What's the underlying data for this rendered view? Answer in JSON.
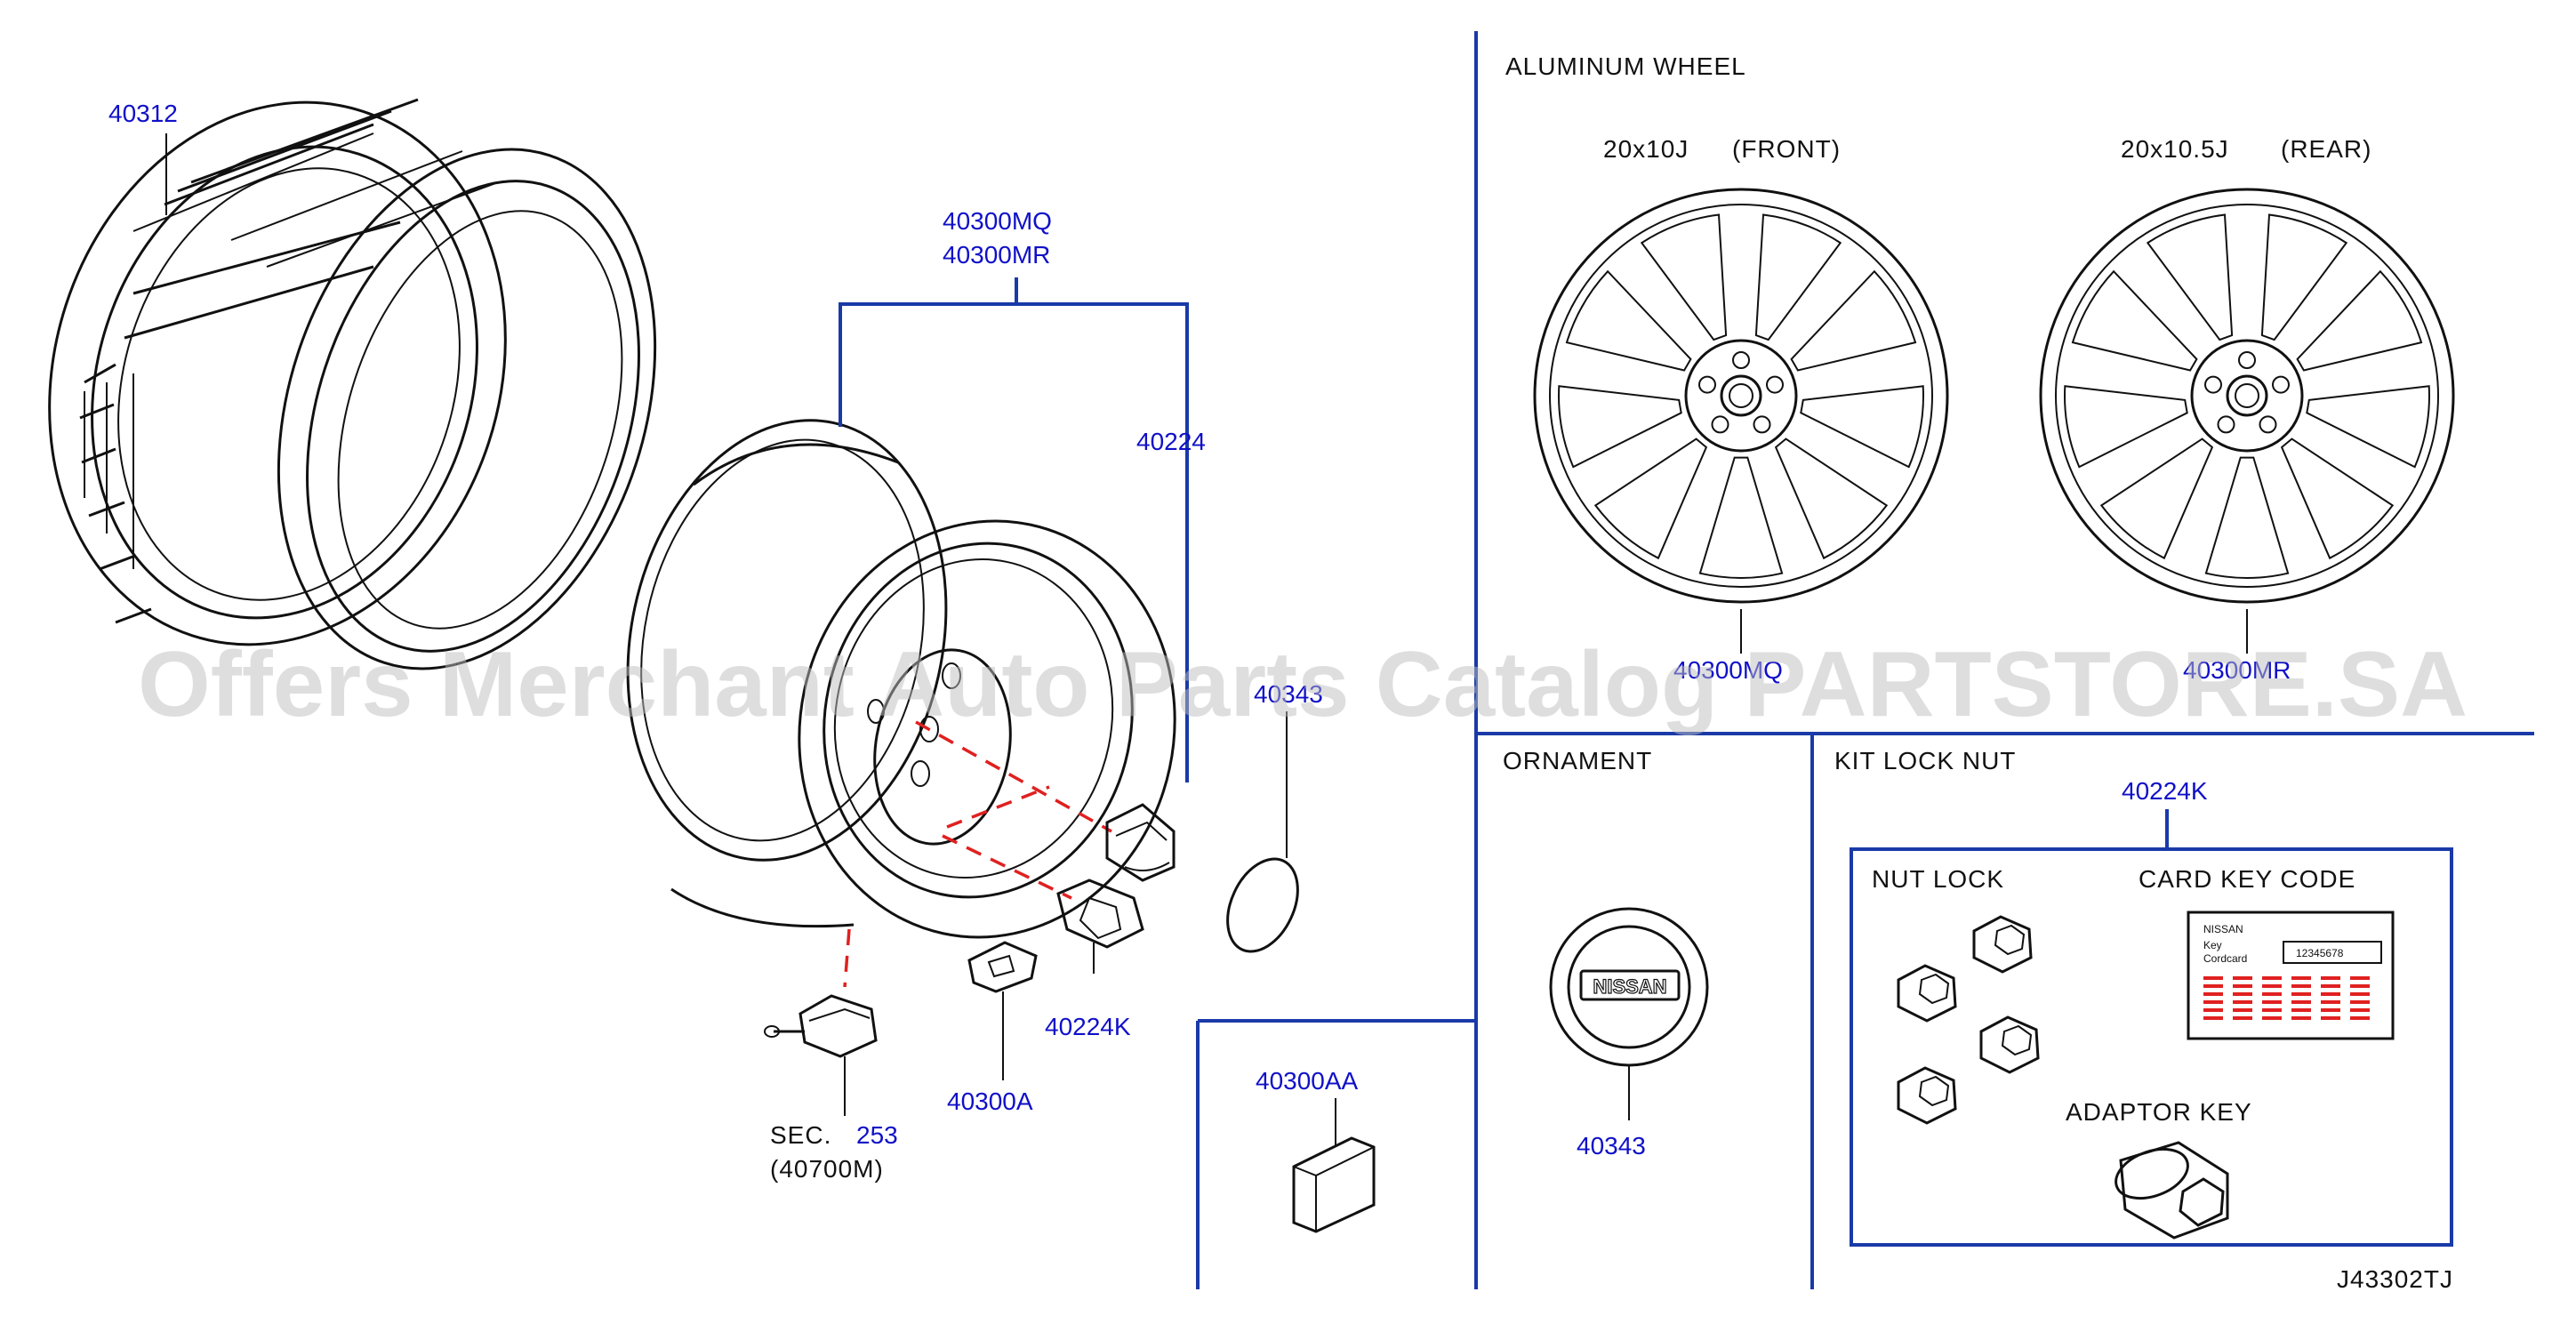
{
  "parts": {
    "tire": "40312",
    "wheel_main": "40300MQ",
    "wheel_alt": "40300MR",
    "nut": "40224",
    "center_cap_side": "40343",
    "lock_nut": "40224K",
    "weight": "40300A",
    "sensor_sec_prefix": "SEC.",
    "sensor_sec_num": "253",
    "sensor_sub": "(40700M)",
    "weight_box": "40300AA",
    "front_wheel_label": "40300MQ",
    "rear_wheel_label": "40300MR",
    "ornament_part": "40343",
    "kit_part": "40224K"
  },
  "headings": {
    "aluminum_wheel": "ALUMINUM   WHEEL",
    "front_size": "20x10J",
    "front_pos": "(FRONT)",
    "rear_size": "20x10.5J",
    "rear_pos": "(REAR)",
    "ornament": "ORNAMENT",
    "kit_lock_nut": "KIT   LOCK   NUT",
    "nut_lock": "NUT   LOCK",
    "card_key_code": "CARD   KEY   CODE",
    "adaptor_key": "ADAPTOR   KEY"
  },
  "card": {
    "brand": "NISSAN",
    "key_line1": "Key",
    "key_line2": "Cordcard",
    "code": "12345678"
  },
  "cap_logo": "NISSAN",
  "diagram_code": "J43302TJ",
  "watermark": "Offers Merchant Auto Parts Catalog PARTSTORE.SA",
  "colors": {
    "part_label": "#1010c8",
    "frame_line": "#1a3aa8",
    "dashed_leader": "#e02020",
    "ink": "#111111"
  }
}
